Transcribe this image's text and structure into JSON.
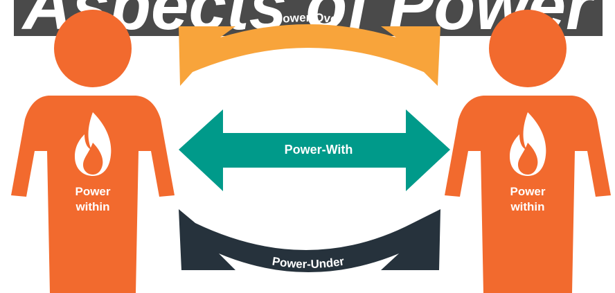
{
  "title": {
    "text": "Aspects of Power"
  },
  "colors": {
    "background": "#ffffff",
    "banner": "#4a4a4a",
    "figure": "#f26a2e",
    "flame": "#ffffff",
    "power_over": "#f8a43b",
    "power_with": "#009a8a",
    "power_under": "#26323c",
    "label_light": "#ffffff"
  },
  "arrows": {
    "power_over": {
      "label": "Power-Over"
    },
    "power_with": {
      "label": "Power-With"
    },
    "power_under": {
      "label": "Power-Under"
    }
  },
  "figures": {
    "left": {
      "label_line1": "Power",
      "label_line2": "within",
      "icon": "flame-icon"
    },
    "right": {
      "label_line1": "Power",
      "label_line2": "within",
      "icon": "flame-icon"
    }
  }
}
